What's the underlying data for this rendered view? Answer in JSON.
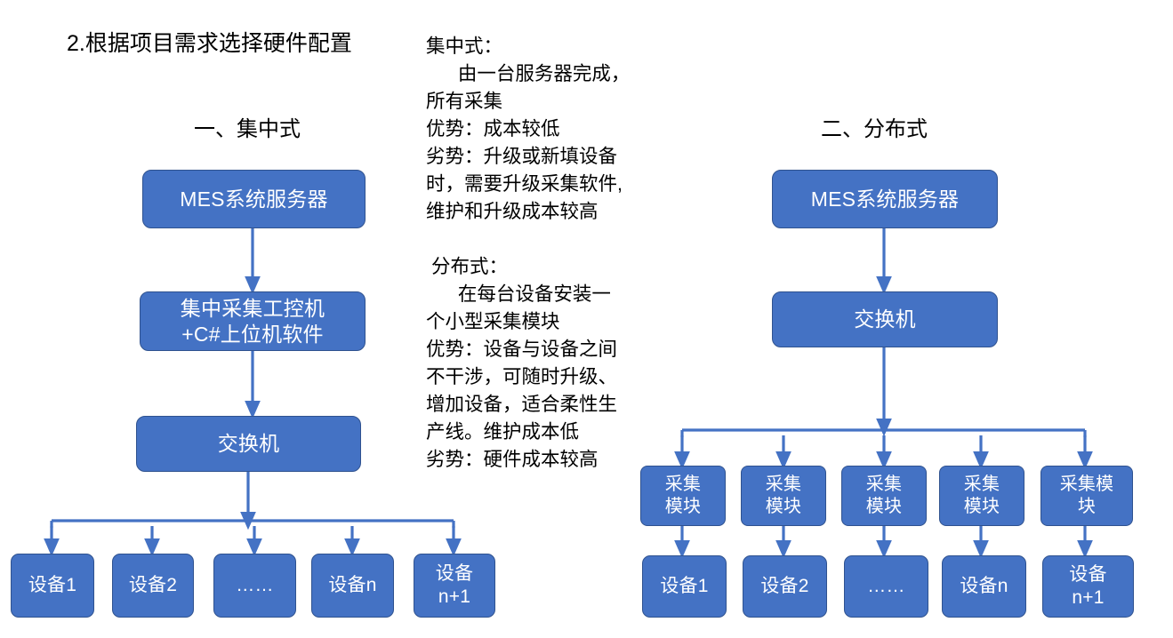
{
  "page": {
    "title": "2.根据项目需求选择硬件配置",
    "accent_color": "#4472C4",
    "accent_border_color": "#2F528F",
    "text_color": "#000000",
    "node_text_color": "#FFFFFF",
    "background": "#FFFFFF"
  },
  "notes": {
    "central": "集中式：\n      由一台服务器完成，\n所有采集\n优势：成本较低\n劣势：升级或新填设备\n时，需要升级采集软件,\n维护和升级成本较高",
    "distributed": " 分布式：\n      在每台设备安装一\n个小型采集模块\n优势：设备与设备之间\n不干涉，可随时升级、\n增加设备，适合柔性生\n产线。维护成本低\n劣势：硬件成本较高"
  },
  "diagrams": {
    "central": {
      "heading": "一、集中式",
      "server": "MES系统服务器",
      "collector_line1": "集中采集工控机",
      "collector_line2": "+C#上位机软件",
      "switch": "交换机",
      "devices": [
        {
          "line1": "设备1",
          "line2": ""
        },
        {
          "line1": "设备2",
          "line2": ""
        },
        {
          "line1": "……",
          "line2": ""
        },
        {
          "line1": "设备n",
          "line2": ""
        },
        {
          "line1": "设备",
          "line2": "n+1"
        }
      ]
    },
    "distributed": {
      "heading": "二、分布式",
      "server": "MES系统服务器",
      "switch": "交换机",
      "modules": [
        {
          "line1": "采集",
          "line2": "模块"
        },
        {
          "line1": "采集",
          "line2": "模块"
        },
        {
          "line1": "采集",
          "line2": "模块"
        },
        {
          "line1": "采集",
          "line2": "模块"
        },
        {
          "line1": "采集模",
          "line2": "块"
        }
      ],
      "devices": [
        {
          "line1": "设备1",
          "line2": ""
        },
        {
          "line1": "设备2",
          "line2": ""
        },
        {
          "line1": "……",
          "line2": ""
        },
        {
          "line1": "设备n",
          "line2": ""
        },
        {
          "line1": "设备",
          "line2": "n+1"
        }
      ]
    }
  }
}
